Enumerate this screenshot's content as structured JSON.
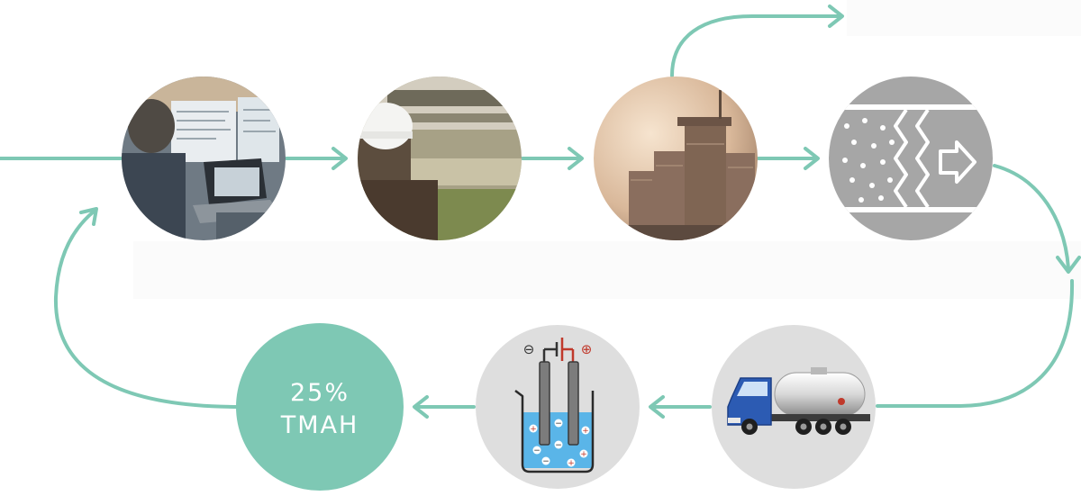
{
  "colors": {
    "flow_arrow": "#7ec8b4",
    "result_circle": "#7ec8b4",
    "process_circle_bg": "#dedede",
    "filter_icon_bg": "#a6a6a6"
  },
  "steps": [
    {
      "id": "monitoring",
      "icon": "engineers-at-laptop-photo"
    },
    {
      "id": "treatment",
      "icon": "engineer-at-treatment-tank-photo"
    },
    {
      "id": "storage",
      "icon": "industrial-silos-photo"
    },
    {
      "id": "filtration",
      "icon": "membrane-filter-icon"
    },
    {
      "id": "transport",
      "icon": "tanker-truck-icon"
    },
    {
      "id": "electrolysis",
      "icon": "electrolysis-cell-icon"
    }
  ],
  "electrolysis": {
    "minus": "⊖",
    "plus": "⊕"
  },
  "result": {
    "line1": "25%",
    "line2": "TMAH"
  }
}
